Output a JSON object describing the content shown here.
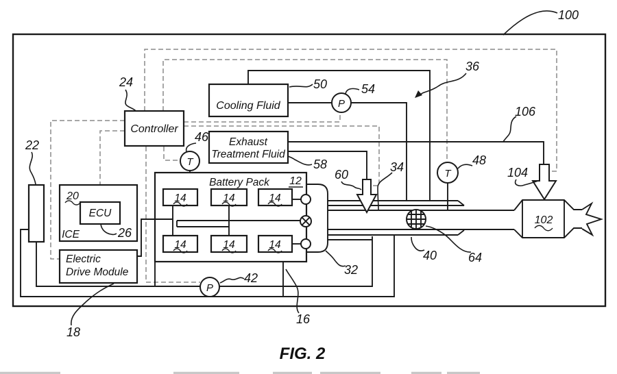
{
  "figure": {
    "caption": "FIG. 2",
    "components": {
      "controller": "Controller",
      "cooling_fluid": "Cooling Fluid",
      "etf_line1": "Exhaust",
      "etf_line2": "Treatment Fluid",
      "battery_pack": "Battery Pack",
      "ecu": "ECU",
      "ice": "ICE",
      "edm_line1": "Electric",
      "edm_line2": "Drive Module"
    },
    "sensors": {
      "p": "P",
      "t": "T"
    },
    "refs": {
      "n100": "100",
      "n36": "36",
      "n106": "106",
      "n24": "24",
      "n50": "50",
      "n54": "54",
      "n46": "46",
      "n58": "58",
      "n48": "48",
      "n104": "104",
      "n22": "22",
      "n20": "20",
      "n26": "26",
      "n12": "12",
      "n14": "14",
      "n60": "60",
      "n34": "34",
      "n102": "102",
      "n64": "64",
      "n40": "40",
      "n32": "32",
      "n42": "42",
      "n16": "16",
      "n18": "18"
    },
    "colors": {
      "line": "#1a1a1a",
      "dashed": "#8a8a8a",
      "background": "#ffffff"
    }
  }
}
